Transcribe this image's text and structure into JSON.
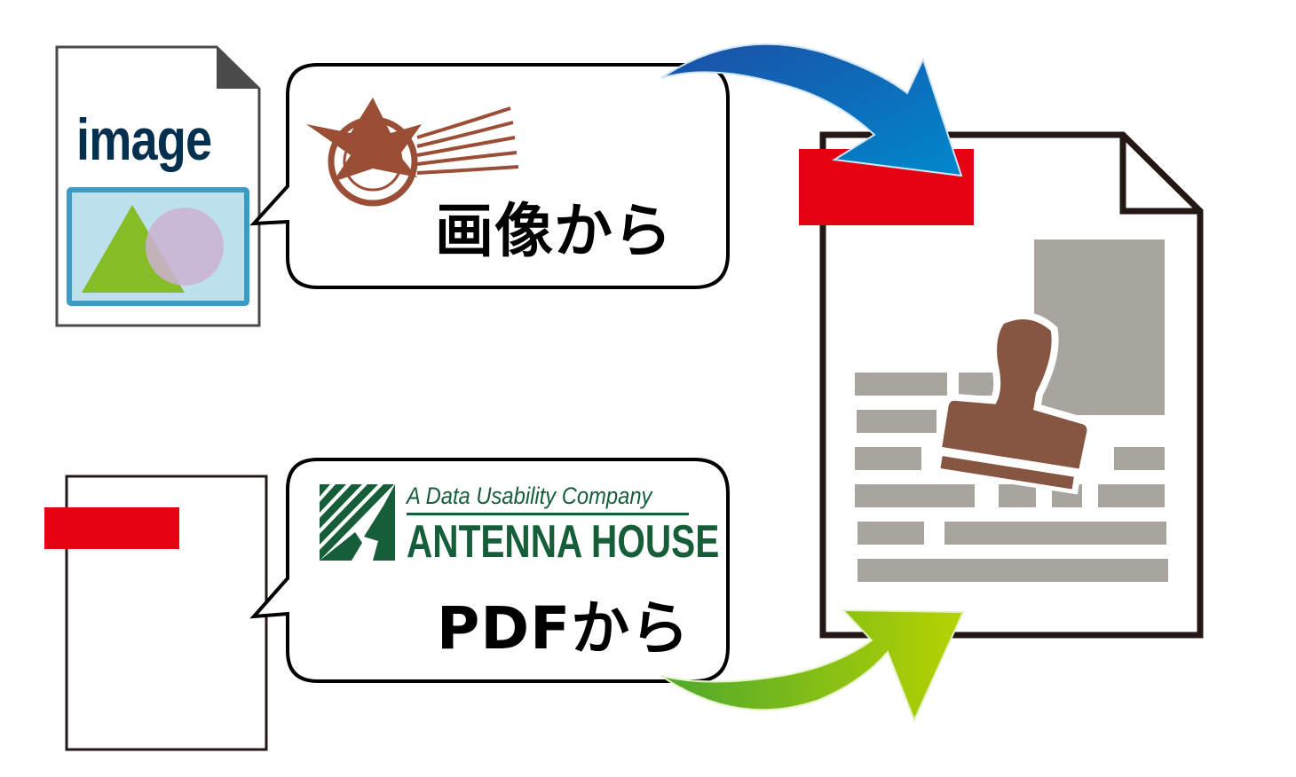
{
  "source_image_file": {
    "label": "image",
    "icon": "image-file-icon",
    "colors": {
      "label": "#03304f",
      "frame": "#3d9ac3",
      "frame_fill": "#bde1ec",
      "triangle": "#86bc25",
      "circle": "#cdb1d2",
      "corner": "#4a4a4a"
    }
  },
  "source_pdf_file": {
    "icon": "pdf-file-icon",
    "tab_color": "#e50012"
  },
  "callout_image": {
    "stamp_icon": "postmark-stamp-icon",
    "stamp_color": "#9b4e36",
    "label": "画像から"
  },
  "callout_pdf": {
    "logo": {
      "tagline": "A Data Usability Company",
      "name": "ANTENNA HOUSE",
      "color": "#165e39"
    },
    "label": "PDFから"
  },
  "target_document": {
    "icon": "stamped-document-icon",
    "tab_color": "#e50012",
    "block_color": "#a8a59e",
    "stamp_color": "#875642",
    "border_color": "#231815"
  },
  "arrows": {
    "top": {
      "name": "blue-arrow",
      "from": "#1b4fa6",
      "to": "#0088cc"
    },
    "bottom": {
      "name": "green-arrow",
      "from": "#4da82e",
      "to": "#b6d300"
    }
  }
}
